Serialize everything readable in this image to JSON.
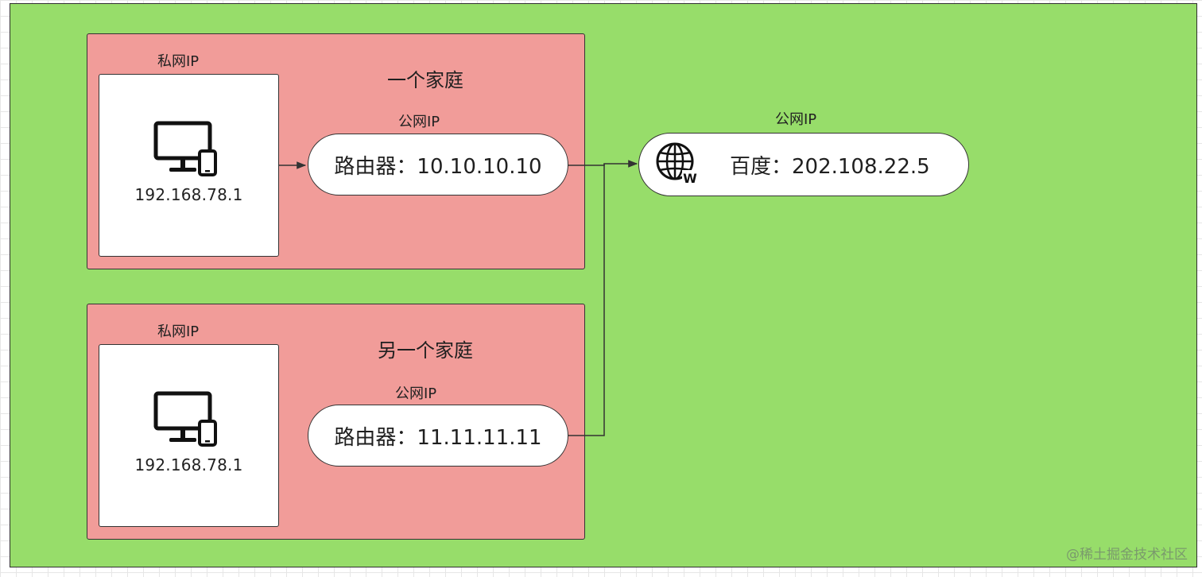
{
  "diagram": {
    "homes": [
      {
        "title": "一个家庭",
        "private_label": "私网IP",
        "device_ip": "192.168.78.1",
        "public_label": "公网IP",
        "router_text": "路由器：10.10.10.10"
      },
      {
        "title": "另一个家庭",
        "private_label": "私网IP",
        "device_ip": "192.168.78.1",
        "public_label": "公网IP",
        "router_text": "路由器：11.11.11.11"
      }
    ],
    "server": {
      "public_label": "公网IP",
      "text": "百度：202.108.22.5",
      "icon": "globe-icon"
    },
    "watermark": "@稀土掘金技术社区"
  },
  "colors": {
    "background_region": "#97dd6a",
    "home_region": "#f19c99",
    "node_fill": "#ffffff",
    "stroke": "#333333"
  }
}
